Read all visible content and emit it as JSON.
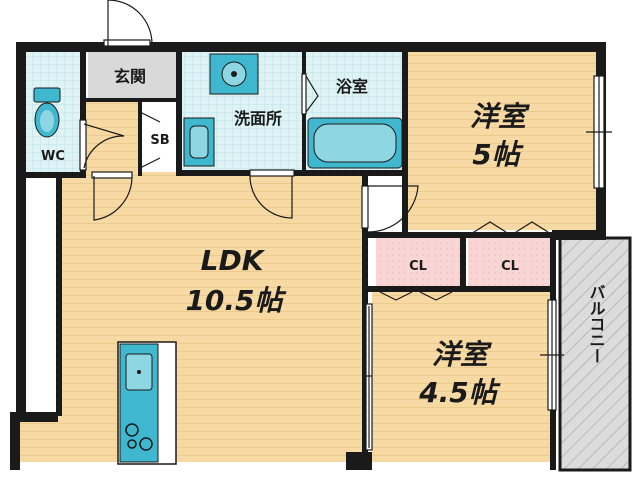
{
  "rooms": {
    "entrance": {
      "label": "玄関"
    },
    "toilet": {
      "label": "WC"
    },
    "storage": {
      "label": "SB"
    },
    "washroom": {
      "label": "洗面所"
    },
    "bath": {
      "label": "浴室"
    },
    "bedroom_1": {
      "name": "洋室",
      "size": "5帖"
    },
    "ldk": {
      "name": "LDK",
      "size": "10.5帖"
    },
    "closet_1": {
      "label": "CL"
    },
    "closet_2": {
      "label": "CL"
    },
    "bedroom_2": {
      "name": "洋室",
      "size": "4.5帖"
    },
    "balcony": {
      "label": "バルコニー"
    }
  },
  "colors": {
    "wall": "#1a1a1a",
    "wood_floor": "#f7d9a4",
    "tile_floor": "#dff2f4",
    "fixture": "#3fb8cf",
    "closet": "#f9d5d3",
    "balcony": "#d8d8d8",
    "entrance": "#d9d9d9"
  }
}
